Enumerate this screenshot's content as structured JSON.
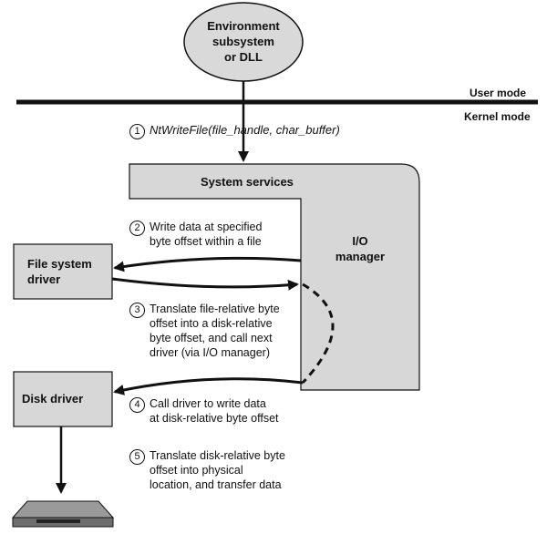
{
  "nodes": {
    "environment": [
      "Environment",
      "subsystem",
      "or DLL"
    ],
    "system_services": "System services",
    "io_manager": [
      "I/O",
      "manager"
    ],
    "file_system_driver": [
      "File system",
      "driver"
    ],
    "disk_driver": "Disk driver"
  },
  "modes": {
    "user": "User mode",
    "kernel": "Kernel mode"
  },
  "steps": [
    {
      "num": "1",
      "lines": [
        "NtWriteFile(file_handle, char_buffer)"
      ]
    },
    {
      "num": "2",
      "lines": [
        "Write data at specified",
        "byte offset within a file"
      ]
    },
    {
      "num": "3",
      "lines": [
        "Translate file-relative byte",
        "offset into a disk-relative",
        "byte offset, and call next",
        "driver (via I/O manager)"
      ]
    },
    {
      "num": "4",
      "lines": [
        "Call driver to write data",
        "at disk-relative byte offset"
      ]
    },
    {
      "num": "5",
      "lines": [
        "Translate disk-relative byte",
        "offset into physical",
        "location, and transfer data"
      ]
    }
  ],
  "colors": {
    "box_fill": "#d7d7d7",
    "ellipse_fill": "#d9d9d9",
    "line": "#111111"
  },
  "icons": {
    "disk": "disk-drive-icon"
  }
}
